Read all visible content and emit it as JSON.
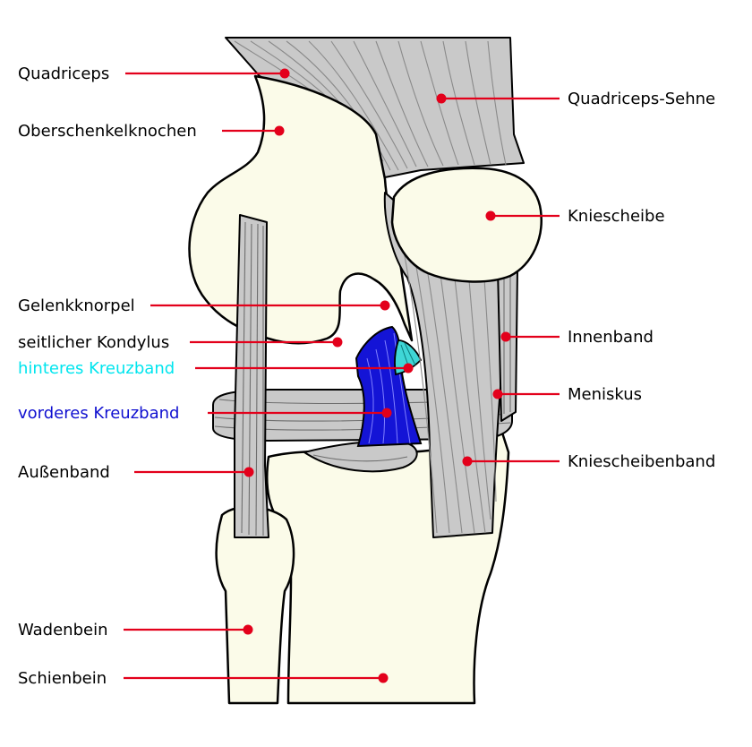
{
  "labels": {
    "quadriceps": {
      "text": "Quadriceps",
      "color": "#000000"
    },
    "femur": {
      "text": "Oberschenkelknochen",
      "color": "#000000"
    },
    "cartilage": {
      "text": "Gelenkknorpel",
      "color": "#000000"
    },
    "lateral_condyle": {
      "text": "seitlicher Kondylus",
      "color": "#000000"
    },
    "posterior_cruciate": {
      "text": "hinteres Kreuzband",
      "color": "#00e5ee"
    },
    "anterior_cruciate": {
      "text": "vorderes Kreuzband",
      "color": "#1010d0"
    },
    "lateral_ligament": {
      "text": "Außenband",
      "color": "#000000"
    },
    "fibula": {
      "text": "Wadenbein",
      "color": "#000000"
    },
    "tibia": {
      "text": "Schienbein",
      "color": "#000000"
    },
    "quadriceps_tendon": {
      "text": "Quadriceps-Sehne",
      "color": "#000000"
    },
    "patella": {
      "text": "Kniescheibe",
      "color": "#000000"
    },
    "medial_ligament": {
      "text": "Innenband",
      "color": "#000000"
    },
    "meniscus": {
      "text": "Meniskus",
      "color": "#000000"
    },
    "patellar_ligament": {
      "text": "Kniescheibenband",
      "color": "#000000"
    }
  },
  "colors": {
    "bone": "#fbfbe9",
    "tendon": "#c9c9c9",
    "leader": "#e3001b",
    "anterior_cruciate_fill": "#1414d6",
    "posterior_cruciate_fill": "#3fd6d6"
  }
}
